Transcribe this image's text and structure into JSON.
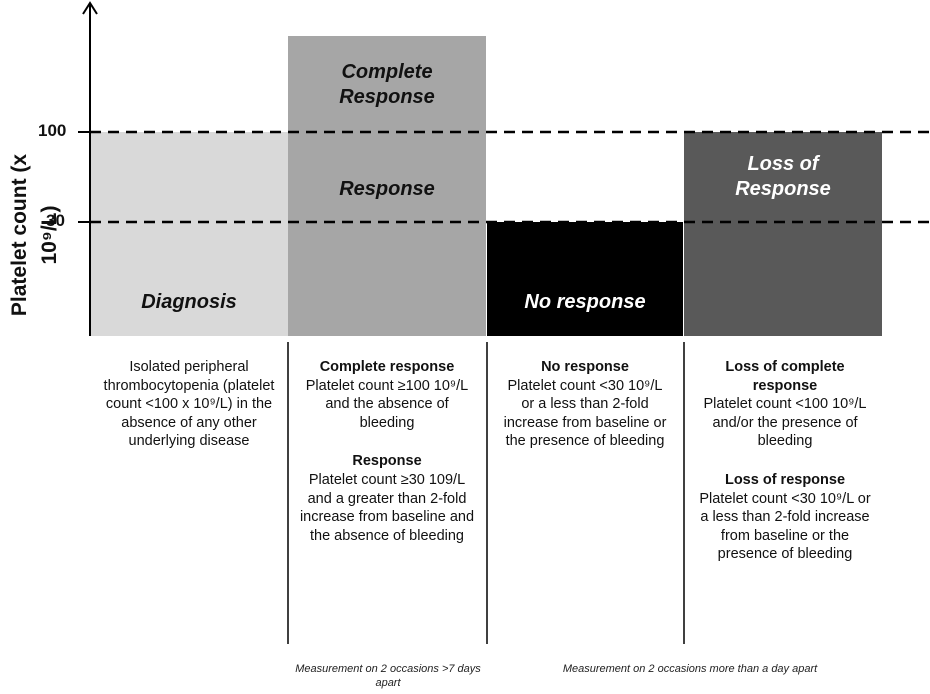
{
  "axis": {
    "y_label": "Platelet count (x 10⁹/L)",
    "ticks": [
      "100",
      "30"
    ]
  },
  "colors": {
    "diagnosis": "#d9d9d9",
    "response": "#a6a6a6",
    "no_response": "#000000",
    "loss": "#595959"
  },
  "bars": {
    "diagnosis": "Diagnosis",
    "complete_response": "Complete Response",
    "response": "Response",
    "no_response": "No response",
    "loss_of_response": "Loss of Response"
  },
  "columns": {
    "diagnosis": {
      "text": "Isolated peripheral thrombocytopenia (platelet count <100 x 10⁹/L) in the absence of any other underlying disease"
    },
    "response": {
      "h1": "Complete response",
      "t1": "Platelet count ≥100 10⁹/L and the absence of bleeding",
      "h2": "Response",
      "t2": "Platelet count ≥30 109/L and a greater than 2-fold increase from baseline and the absence of bleeding"
    },
    "no_response": {
      "h1": "No response",
      "t1": "Platelet count <30 10⁹/L or a less than 2-fold increase from baseline or the presence of bleeding"
    },
    "loss": {
      "h1": "Loss of complete response",
      "t1": "Platelet count <100 10⁹/L and/or the presence of bleeding",
      "h2": "Loss of response",
      "t2": "Platelet count <30 10⁹/L or a less than 2-fold increase from baseline or the presence of bleeding"
    }
  },
  "notes": {
    "response": "Measurement on 2 occasions >7 days apart",
    "later": "Measurement on 2 occasions more than a day apart"
  }
}
